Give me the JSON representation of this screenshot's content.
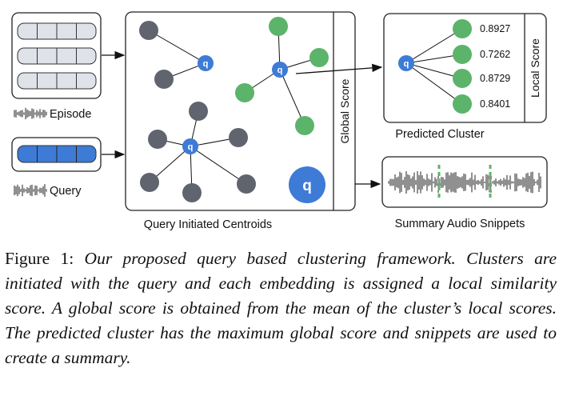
{
  "diagram": {
    "episode_label": "Episode",
    "query_label": "Query",
    "centroids_label": "Query Initiated Centroids",
    "global_score_label": "Global Score",
    "predicted_cluster_label": "Predicted Cluster",
    "local_score_label": "Local Score",
    "summary_label": "Summary Audio Snippets",
    "node_q": "q",
    "local_scores": [
      "0.8927",
      "0.7262",
      "0.8729",
      "0.8401"
    ],
    "colors": {
      "query_blue": "#3d7bd6",
      "embedding_gray": "#5f646f",
      "embedding_green": "#5cb36a",
      "snippet_green": "#5cb36a",
      "episode_fill": "#dfe2e8"
    }
  },
  "caption": {
    "label": "Figure 1:",
    "text": "Our proposed query based clustering framework. Clusters are initiated with the query and each embedding is assigned a local similarity score. A global score is obtained from the mean of the cluster’s local scores. The predicted cluster has the maximum global score and snippets are used to create a summary."
  }
}
